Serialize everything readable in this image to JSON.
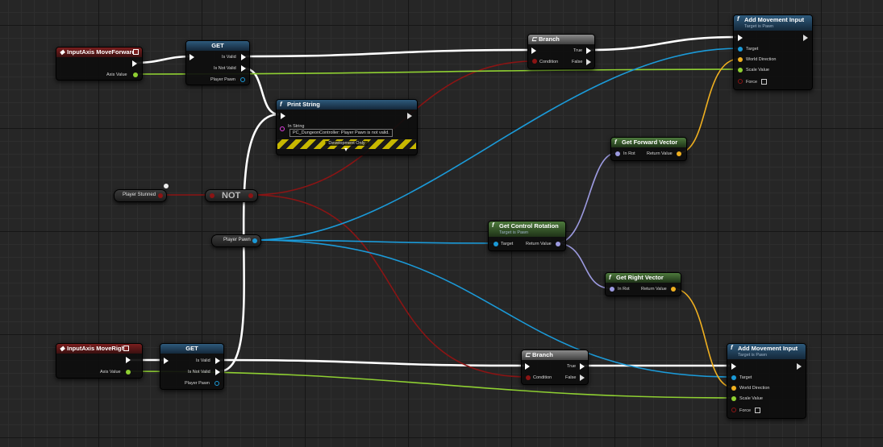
{
  "colors": {
    "exec": "#ffffff",
    "bool": "#8b1a1a",
    "object": "#1a9fd9",
    "vector": "#f0b020",
    "float": "#9ee040",
    "rotator": "#a0a0e0"
  },
  "nodes": {
    "input_forward": {
      "title": "InputAxis MoveForward",
      "axis_value": "Axis Value"
    },
    "input_right": {
      "title": "InputAxis MoveRight",
      "axis_value": "Axis Value"
    },
    "get_top": {
      "title": "GET",
      "is_valid": "Is Valid",
      "is_not_valid": "Is Not Valid",
      "pawn": "Player Pawn"
    },
    "get_bottom": {
      "title": "GET",
      "is_valid": "Is Valid",
      "is_not_valid": "Is Not Valid",
      "pawn": "Player Pawn"
    },
    "branch_top": {
      "title": "Branch",
      "true": "True",
      "condition": "Condition",
      "false": "False"
    },
    "branch_bottom": {
      "title": "Branch",
      "true": "True",
      "condition": "Condition",
      "false": "False"
    },
    "print_string": {
      "title": "Print String",
      "in_string": "In String",
      "string_value": "PC_DungeonController: Player Pawn is not valid.",
      "dev_only": "Development Only",
      "expand": "▾"
    },
    "player_stunned": {
      "label": "Player Stunned"
    },
    "not_node": {
      "label": "NOT"
    },
    "player_pawn": {
      "label": "Player Pawn"
    },
    "get_control_rotation": {
      "title": "Get Control Rotation",
      "subtitle": "Target is Pawn",
      "target": "Target",
      "return": "Return Value"
    },
    "get_forward_vector": {
      "title": "Get Forward Vector",
      "in_rot": "In Rot",
      "return": "Return Value"
    },
    "get_right_vector": {
      "title": "Get Right Vector",
      "in_rot": "In Rot",
      "return": "Return Value"
    },
    "add_move_top": {
      "title": "Add Movement Input",
      "subtitle": "Target is Pawn",
      "target": "Target",
      "world_direction": "World Direction",
      "scale_value": "Scale Value",
      "force": "Force"
    },
    "add_move_bottom": {
      "title": "Add Movement Input",
      "subtitle": "Target is Pawn",
      "target": "Target",
      "world_direction": "World Direction",
      "scale_value": "Scale Value",
      "force": "Force"
    }
  }
}
